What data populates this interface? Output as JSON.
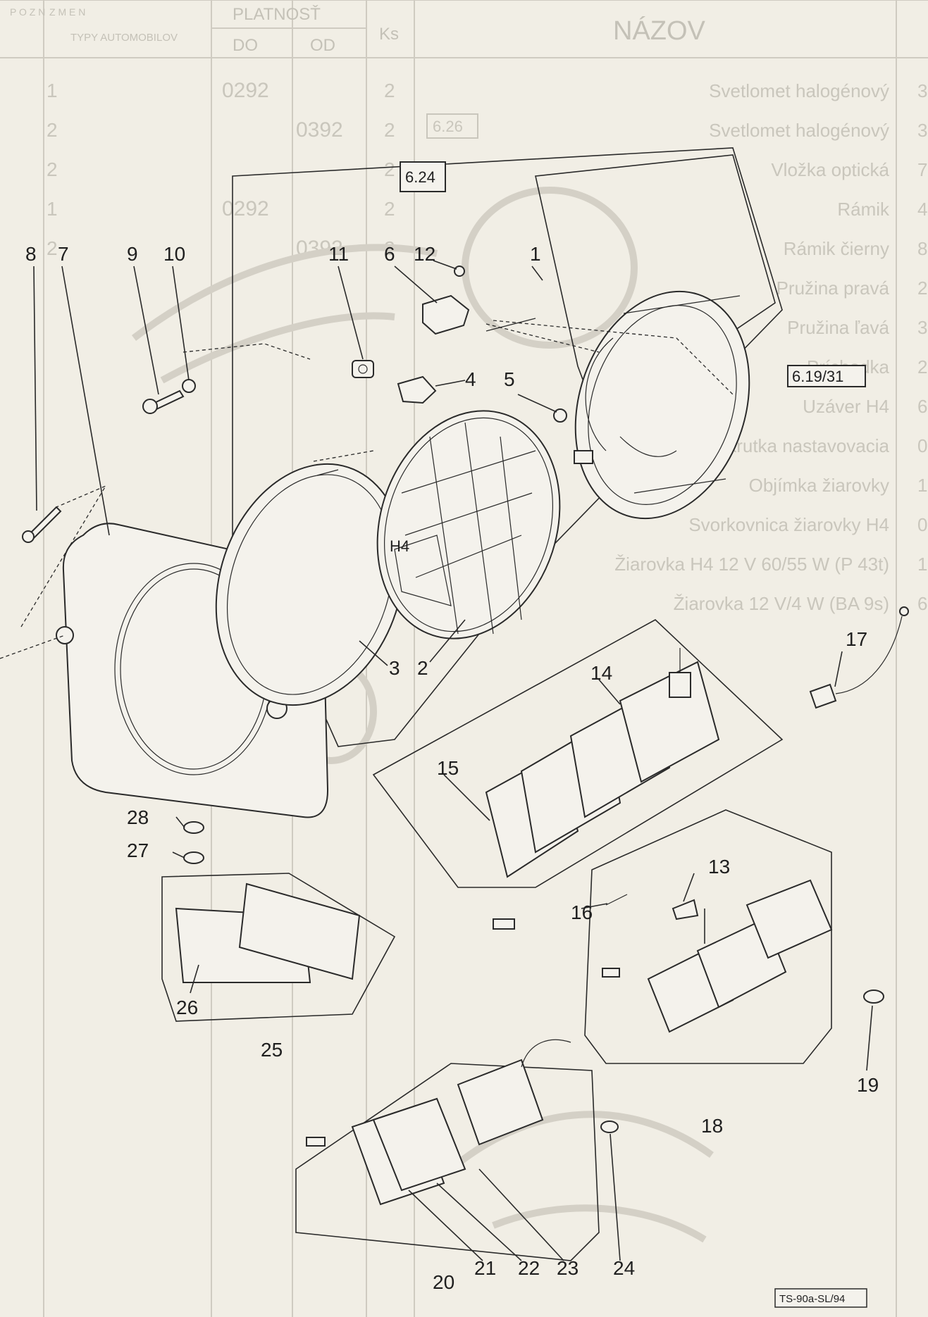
{
  "ghost_table": {
    "header": {
      "col_poz": "P O Z N",
      "col_zmen": "Z M E N",
      "col_types": "TYPY AUTOMOBILOV",
      "col_validity": "PLATNOSŤ",
      "col_from": "OD",
      "col_to": "DO",
      "col_qty": "Ks",
      "col_name": "NÁZOV"
    },
    "rows": [
      {
        "zmen": "1",
        "od": "",
        "do": "0292",
        "qty": "2",
        "name": "Svetlomet halogénový"
      },
      {
        "zmen": "2",
        "od": "0392",
        "do": "",
        "qty": "2",
        "name": "Svetlomet halogénový"
      },
      {
        "zmen": "2",
        "od": "",
        "do": "",
        "qty": "2",
        "name": "Vložka optická"
      },
      {
        "zmen": "1",
        "od": "",
        "do": "0292",
        "qty": "2",
        "name": "Rámik"
      },
      {
        "zmen": "2",
        "od": "0392",
        "do": "",
        "qty": "2",
        "name": "Rámik čierny"
      },
      {
        "zmen": "",
        "od": "",
        "do": "",
        "qty": "",
        "name": "Pružina pravá"
      },
      {
        "zmen": "",
        "od": "",
        "do": "",
        "qty": "",
        "name": "Pružina ľavá"
      },
      {
        "zmen": "",
        "od": "",
        "do": "",
        "qty": "",
        "name": "Príchodka"
      },
      {
        "zmen": "",
        "od": "",
        "do": "",
        "qty": "",
        "name": "Uzáver H4"
      },
      {
        "zmen": "",
        "od": "",
        "do": "",
        "qty": "",
        "name": "Skrutka nastavovacia"
      },
      {
        "zmen": "",
        "od": "",
        "do": "",
        "qty": "",
        "name": "Objímka žiarovky"
      },
      {
        "zmen": "",
        "od": "",
        "do": "",
        "qty": "",
        "name": "Svorkovnica žiarovky H4"
      },
      {
        "zmen": "",
        "od": "",
        "do": "",
        "qty": "",
        "name": "Žiarovka H4 12 V 60/55 W (P 43t)"
      },
      {
        "zmen": "",
        "od": "",
        "do": "",
        "qty": "",
        "name": "Žiarovka 12 V/4 W (BA 9s)"
      }
    ],
    "right_edge_digits": [
      "3",
      "3",
      "7",
      "4",
      "8",
      "2",
      "3",
      "2",
      "6",
      "0",
      "1",
      "0",
      "1",
      "6"
    ]
  },
  "diagram": {
    "ref_box_1": "6.24",
    "ref_box_2": "6.19/31",
    "ghost_ref_box": "6.26",
    "lamp_marking": "H4",
    "drawing_code": "TS-90a-SL/94",
    "callouts": [
      "1",
      "2",
      "3",
      "4",
      "5",
      "6",
      "7",
      "8",
      "9",
      "10",
      "11",
      "12",
      "13",
      "14",
      "15",
      "16",
      "17",
      "18",
      "19",
      "20",
      "21",
      "22",
      "23",
      "24",
      "25",
      "26",
      "27",
      "28"
    ]
  }
}
